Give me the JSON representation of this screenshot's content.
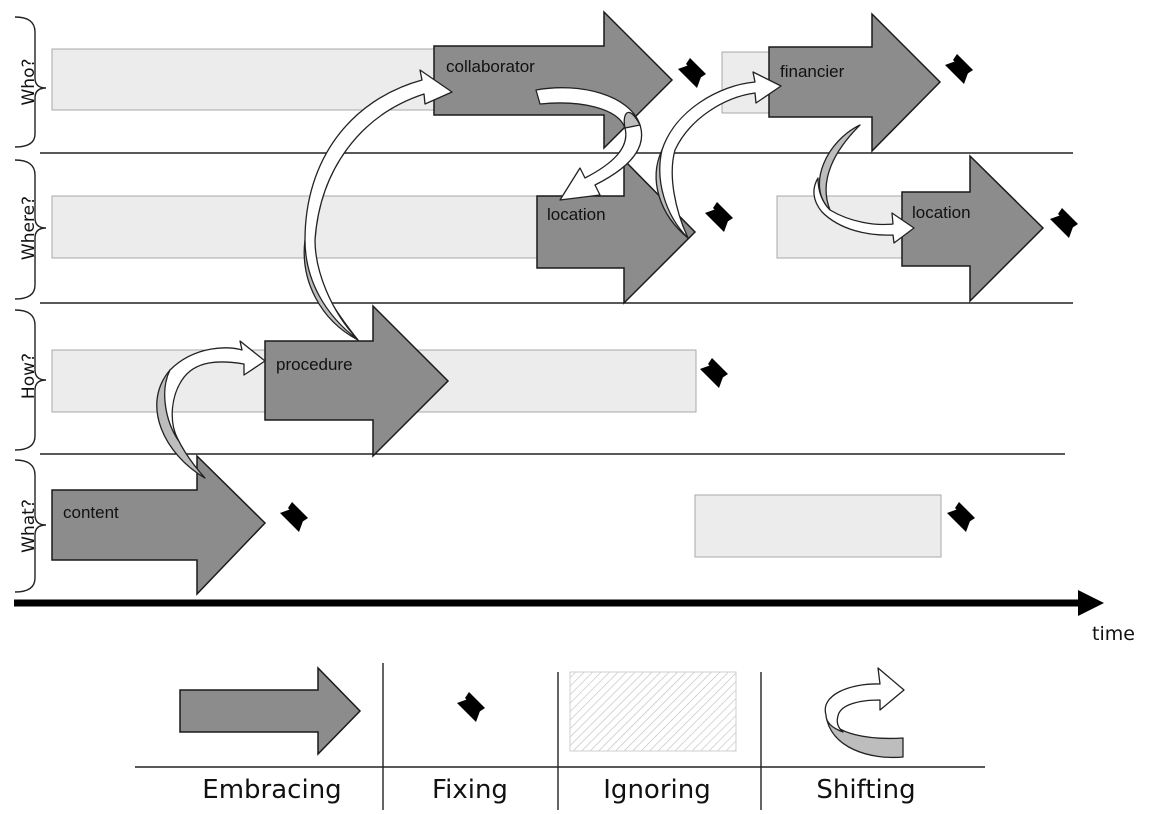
{
  "rows": [
    {
      "id": "who",
      "label": "Who?"
    },
    {
      "id": "where",
      "label": "Where?"
    },
    {
      "id": "how",
      "label": "How?"
    },
    {
      "id": "what",
      "label": "What?"
    }
  ],
  "arrows": {
    "content": "content",
    "procedure": "procedure",
    "collaborator": "collaborator",
    "location_1": "location",
    "financier": "financier",
    "location_2": "location"
  },
  "axis": {
    "time_label": "time"
  },
  "legend": {
    "embracing": "Embracing",
    "fixing": "Fixing",
    "ignoring": "Ignoring",
    "shifting": "Shifting"
  },
  "colors": {
    "embrace_fill": "#8c8c8c",
    "ignore_fill": "#ececec",
    "shift_dark": "#bdbdbd"
  },
  "icons": [
    "pushpin-icon",
    "shift-arrow-icon",
    "embrace-arrow-icon",
    "ignore-hatch-icon"
  ]
}
